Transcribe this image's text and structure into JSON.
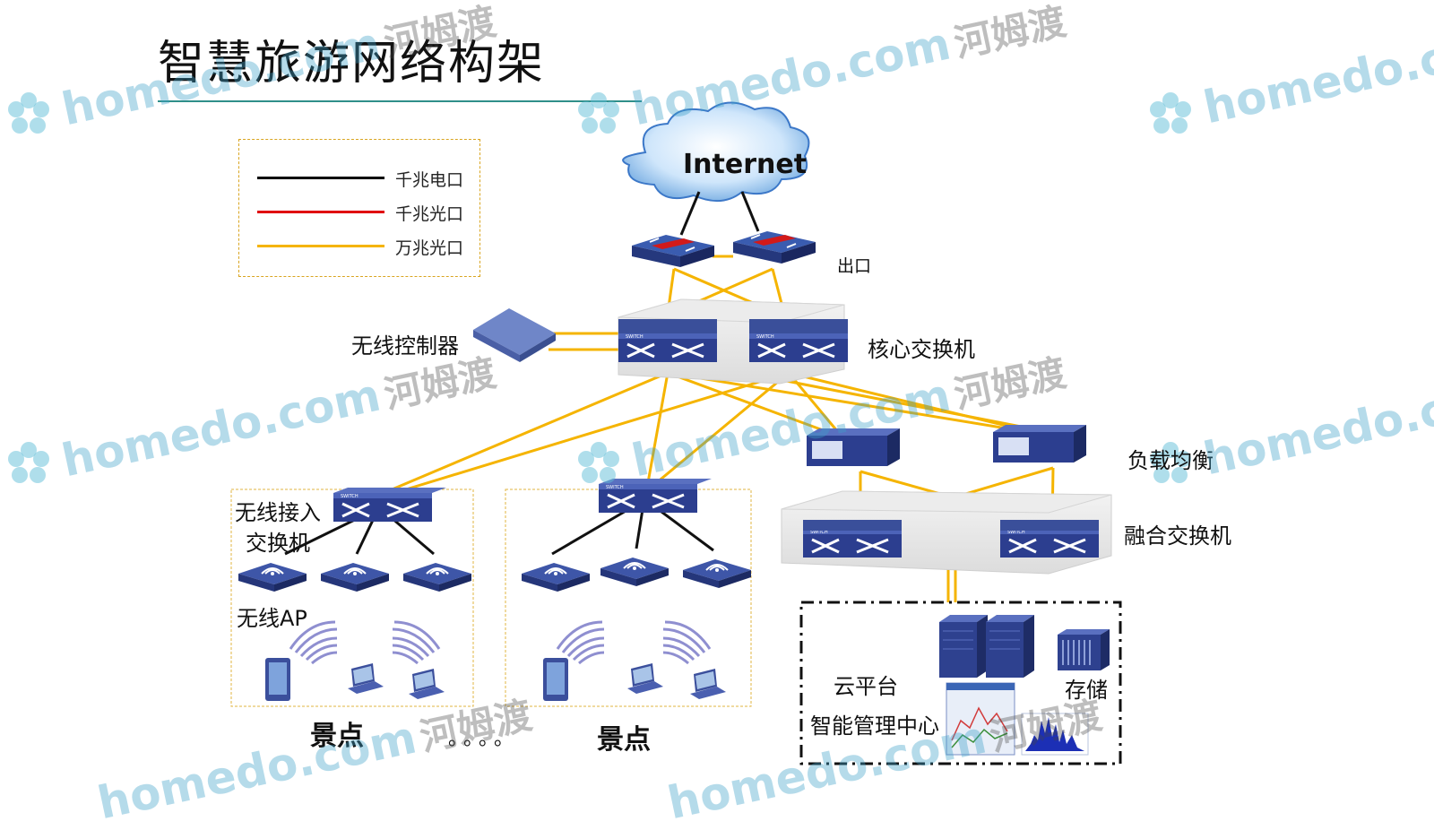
{
  "title": "智慧旅游网络构架",
  "legend": {
    "items": [
      {
        "label": "千兆电口",
        "color": "#000000"
      },
      {
        "label": "千兆光口",
        "color": "#e0000f"
      },
      {
        "label": "万兆光口",
        "color": "#f5b400"
      }
    ]
  },
  "nodes": {
    "internet": "Internet",
    "exit": "出口",
    "wireless_controller": "无线控制器",
    "core_switch": "核心交换机",
    "load_balancer": "负载均衡",
    "fusion_switch": "融合交换机",
    "access_switch_line1": "无线接入",
    "access_switch_line2": "交换机",
    "wireless_ap": "无线AP",
    "cloud_platform": "云平台",
    "storage": "存储",
    "smart_center": "智能管理中心",
    "spot1": "景点",
    "spot2": "景点",
    "ellipsis": "。。。。"
  },
  "watermark": {
    "en": "homedo.com",
    "cn": "河姆渡",
    "brand_color": "#3ca0c8"
  },
  "colors": {
    "gigabit_copper": "#000000",
    "gigabit_fiber": "#e0000f",
    "ten_gig_fiber": "#f5b400",
    "device_blue": "#3a4f9a"
  }
}
